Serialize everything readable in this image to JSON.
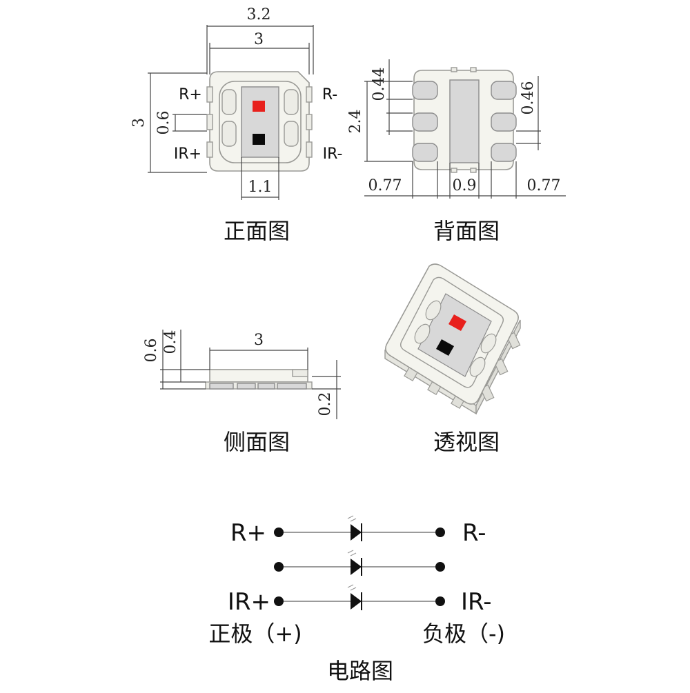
{
  "front_view": {
    "caption": "正面图",
    "dim_width_outer": "3.2",
    "dim_width_inner": "3",
    "dim_height": "3",
    "dim_pad_pitch": "0.6",
    "dim_window": "1.1",
    "pin_r_plus": "R+",
    "pin_r_minus": "R-",
    "pin_ir_plus": "IR+",
    "pin_ir_minus": "IR-"
  },
  "back_view": {
    "caption": "背面图",
    "dim_pad_top": "0.44",
    "dim_pad_pitch": "0.46",
    "dim_height": "2.4",
    "dim_left": "0.77",
    "dim_center": "0.9",
    "dim_right": "0.77"
  },
  "side_view": {
    "caption": "侧面图",
    "dim_total_height": "0.6",
    "dim_body_height": "0.4",
    "dim_length": "3",
    "dim_base": "0.2"
  },
  "perspective_view": {
    "caption": "透视图"
  },
  "circuit": {
    "caption": "电路图",
    "row1_left": "R+",
    "row1_right": "R-",
    "row3_left": "IR+",
    "row3_right": "IR-",
    "anode_label": "正极（+)",
    "cathode_label": "负极（-)"
  },
  "colors": {
    "red_chip": "#e8201c",
    "ir_chip": "#0a0a0a",
    "package_body": "#f4f4ee",
    "lens_gray": "#d8d8d8"
  }
}
